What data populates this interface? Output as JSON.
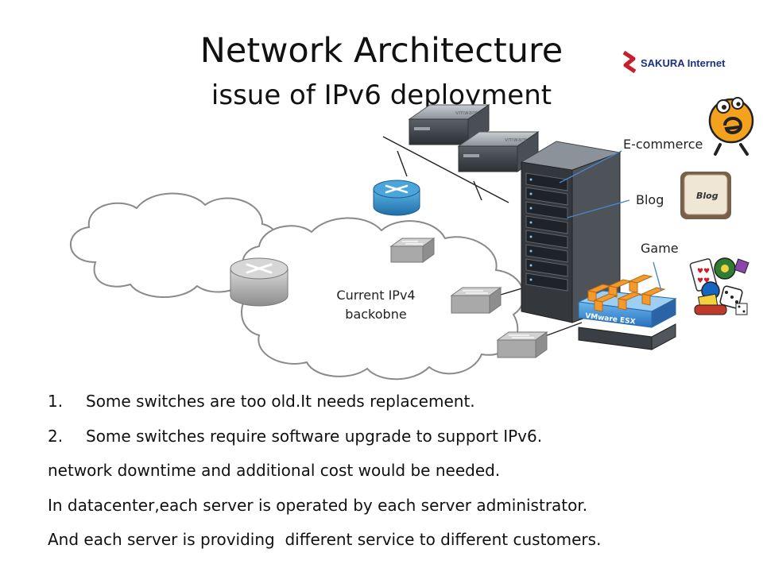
{
  "slide": {
    "title": "Network Architecture",
    "subtitle": "issue of IPv6 deployment"
  },
  "logo": {
    "text": "SAKURA Internet",
    "color": "#1a2f86",
    "mark_color": "#c8202a"
  },
  "diagram": {
    "cloud_label": [
      "Current IPv4",
      "backobne"
    ],
    "service_labels": {
      "ecommerce": "E-commerce",
      "blog": "Blog",
      "game": "Game"
    },
    "blog_icon_text": "Blog",
    "server_badge": "vmware",
    "esx_badge": "VMware ESX",
    "icons": [
      "cloud-icon",
      "router-icon",
      "switch-icon",
      "server-icon",
      "rack-server-icon",
      "esx-host-icon",
      "ecommerce-icon",
      "blog-icon",
      "game-icon"
    ],
    "colors": {
      "router_blue": "#2a8fcf",
      "switch_gray": "#9a9a9a",
      "esx_blue": "#3a8fd8",
      "vm_orange": "#f29a2e",
      "rack_dark": "#2f3338"
    }
  },
  "list": [
    {
      "num": "1.",
      "text": "Some switches are too old.It needs replacement."
    },
    {
      "num": "2.",
      "text": "Some switches require software upgrade to support IPv6."
    }
  ],
  "paragraphs": [
    "network downtime and additional cost would be needed.",
    "In datacenter,each server is operated by each server administrator.",
    "And each server is providing  different service to different customers."
  ]
}
